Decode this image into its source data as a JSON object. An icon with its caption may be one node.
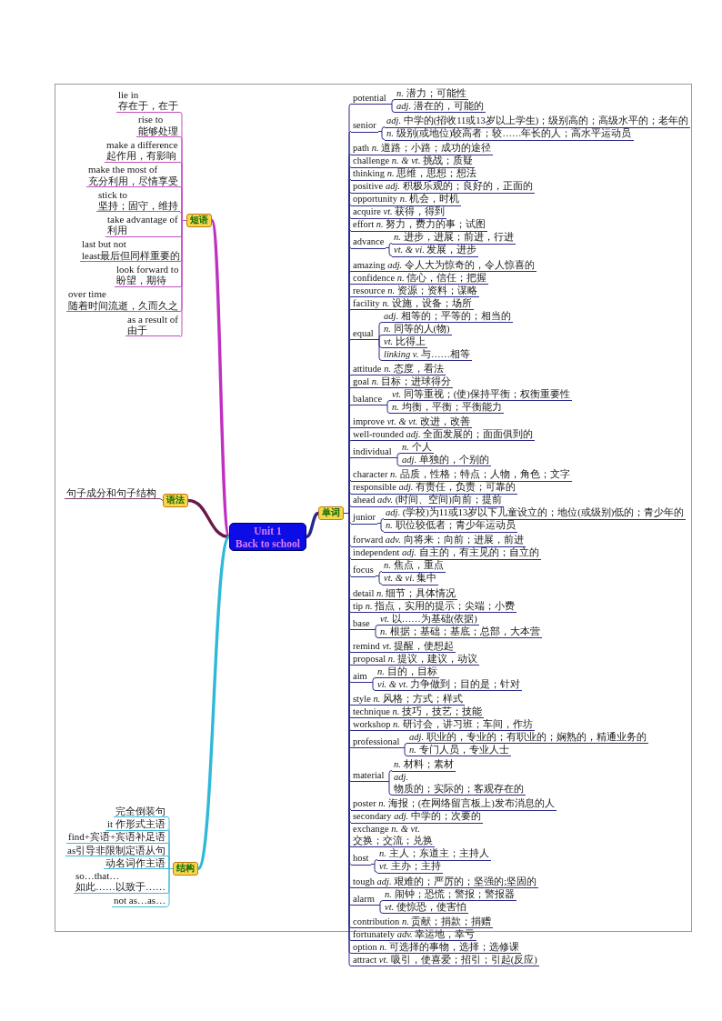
{
  "diagram": {
    "nodes": [
      {
        "text": [
          "Unit 1",
          "Back to school"
        ]
      },
      {
        "text": [
          "短语"
        ]
      },
      {
        "text": [
          "lie in 存在于，在于"
        ]
      },
      {
        "text": [
          "rise to 能够处理"
        ]
      },
      {
        "text": [
          "make a difference 起作用，有影响"
        ]
      },
      {
        "text": [
          "make the most of 充分利用，尽情享受"
        ]
      },
      {
        "text": [
          "stick to 坚持；固守，维持"
        ]
      },
      {
        "text": [
          "take advantage of 利用"
        ]
      },
      {
        "text": [
          "last but not least最后但同样重要的"
        ]
      },
      {
        "text": [
          "look forward to 盼望，期待"
        ]
      },
      {
        "text": [
          "over time 随着时间流逝，久而久之"
        ]
      },
      {
        "text": [
          "as a result of 由于"
        ]
      },
      {
        "text": [
          "语法"
        ]
      },
      {
        "text": [
          "句子成分和句子结构"
        ]
      },
      {
        "text": [
          "结构"
        ]
      },
      {
        "text": [
          "完全倒装句"
        ]
      },
      {
        "text": [
          "it 作形式主语"
        ]
      },
      {
        "text": [
          "find+宾语+宾语补足语"
        ]
      },
      {
        "text": [
          "as引导非限制定语从句"
        ]
      },
      {
        "text": [
          "动名词作主语"
        ]
      },
      {
        "text": [
          "so…that… 如此……以致于……"
        ]
      },
      {
        "text": [
          "not as…as…"
        ]
      },
      {
        "text": [
          "单词"
        ]
      },
      {
        "text": [
          "potential"
        ]
      },
      {
        "text": [
          "*n.* 潜力；可能性"
        ]
      },
      {
        "text": [
          "*adj.* 潜在的，可能的"
        ]
      },
      {
        "text": [
          "senior"
        ]
      },
      {
        "text": [
          "*adj.* 中学的(招收11或13岁以上学生)；级别高的；高级水平的；老年的"
        ]
      },
      {
        "text": [
          "*n.* 级别(或地位)较高者；较……年长的人；高水平运动员"
        ]
      },
      {
        "text": [
          "path *n.* 道路；小路；成功的途径"
        ]
      },
      {
        "text": [
          "challenge *n. & vt.* 挑战；质疑"
        ]
      },
      {
        "text": [
          "thinking *n.* 思维，思想；想法"
        ]
      },
      {
        "text": [
          "positive *adj.* 积极乐观的；良好的，正面的"
        ]
      },
      {
        "text": [
          "opportunity *n.* 机会，时机"
        ]
      },
      {
        "text": [
          "acquire *vt.* 获得，得到"
        ]
      },
      {
        "text": [
          "effort *n.* 努力，费力的事；试图"
        ]
      },
      {
        "text": [
          "advance"
        ]
      },
      {
        "text": [
          "*n.* 进步，进展；前进，行进"
        ]
      },
      {
        "text": [
          "*vt. & vi.* 发展，进步"
        ]
      },
      {
        "text": [
          "amazing *adj.* 令人大为惊奇的，令人惊喜的"
        ]
      },
      {
        "text": [
          "confidence *n.* 信心，信任；把握"
        ]
      },
      {
        "text": [
          "resource *n.* 资源；资料；谋略"
        ]
      },
      {
        "text": [
          "facility *n.* 设施，设备；场所"
        ]
      },
      {
        "text": [
          "equal"
        ]
      },
      {
        "text": [
          "*adj.* 相等的；平等的；相当的"
        ]
      },
      {
        "text": [
          "*n.* 同等的人(物)"
        ]
      },
      {
        "text": [
          "*vt.* 比得上"
        ]
      },
      {
        "text": [
          "*linking v.* 与……相等"
        ]
      },
      {
        "text": [
          "attitude *n.* 态度，看法"
        ]
      },
      {
        "text": [
          "goal *n.* 目标；进球得分"
        ]
      },
      {
        "text": [
          "balance"
        ]
      },
      {
        "text": [
          "*vt.* 同等重视；(使)保持平衡；权衡重要性"
        ]
      },
      {
        "text": [
          "*n.* 均衡，平衡；平衡能力"
        ]
      },
      {
        "text": [
          "improve *vt. & vt.* 改进，改善"
        ]
      },
      {
        "text": [
          "well-rounded *adj.* 全面发展的；面面俱到的"
        ]
      },
      {
        "text": [
          "individual"
        ]
      },
      {
        "text": [
          "*n.* 个人"
        ]
      },
      {
        "text": [
          "*adj.* 单独的，个别的"
        ]
      },
      {
        "text": [
          "character *n.* 品质，性格；特点；人物，角色；文字"
        ]
      },
      {
        "text": [
          "responsible *adj.* 有责任，负责；可靠的"
        ]
      },
      {
        "text": [
          "ahead *adv.* (时间、空间)向前；提前"
        ]
      },
      {
        "text": [
          "junior"
        ]
      },
      {
        "text": [
          "*adj.* (学校)为11或13岁以下儿童设立的；地位(或级别)低的；青少年的"
        ]
      },
      {
        "text": [
          "*n.* 职位较低者；青少年运动员"
        ]
      },
      {
        "text": [
          "forward *adv.* 向将来；向前；进展，前进"
        ]
      },
      {
        "text": [
          "independent *adj.* 自主的，有主见的；自立的"
        ]
      },
      {
        "text": [
          "focus"
        ]
      },
      {
        "text": [
          "*n.* 焦点，重点"
        ]
      },
      {
        "text": [
          "*vt. & vi.* 集中"
        ]
      },
      {
        "text": [
          "detail *n.* 细节；具体情况"
        ]
      },
      {
        "text": [
          "tip *n.* 指点，实用的提示；尖端；小费"
        ]
      },
      {
        "text": [
          "base"
        ]
      },
      {
        "text": [
          "*vt.* 以……为基础(依据)"
        ]
      },
      {
        "text": [
          "*n.* 根据；基础；基底；总部，大本营"
        ]
      },
      {
        "text": [
          "remind *vt.* 提醒，使想起"
        ]
      },
      {
        "text": [
          "proposal *n.* 提议，建议，动议"
        ]
      },
      {
        "text": [
          "aim"
        ]
      },
      {
        "text": [
          "*n.* 目的，目标"
        ]
      },
      {
        "text": [
          "*vi. & vt.* 力争做到；目的是；针对"
        ]
      },
      {
        "text": [
          "style *n.* 风格；方式；样式"
        ]
      },
      {
        "text": [
          "technique *n.* 技巧，技艺；技能"
        ]
      },
      {
        "text": [
          "workshop *n.* 研讨会，讲习班；车间，作坊"
        ]
      },
      {
        "text": [
          "professional"
        ]
      },
      {
        "text": [
          "*adj.* 职业的，专业的；有职业的；娴熟的，精通业务的"
        ]
      },
      {
        "text": [
          "*n.* 专门人员，专业人士"
        ]
      },
      {
        "text": [
          "material"
        ]
      },
      {
        "text": [
          "*n.* 材料；素材"
        ]
      },
      {
        "text": [
          "*adj.* 物质的；实际的；客观存在的"
        ]
      },
      {
        "text": [
          "poster *n.* 海报；(在网络留言板上)发布消息的人"
        ]
      },
      {
        "text": [
          "secondary *adj.* 中学的；次要的"
        ]
      },
      {
        "text": [
          "exchange *n. & vt.* 交换；交流；兑换"
        ]
      },
      {
        "text": [
          "host"
        ]
      },
      {
        "text": [
          "*n.* 主人；东道主；主持人"
        ]
      },
      {
        "text": [
          "*vt.* 主办；主持"
        ]
      },
      {
        "text": [
          "tough *adj.* 艰难的；严厉的；坚强的;坚固的"
        ]
      },
      {
        "text": [
          "alarm"
        ]
      },
      {
        "text": [
          "*n.* 闹钟；恐慌；警报；警报器"
        ]
      },
      {
        "text": [
          "*vt.* 使惊恐，使害怕"
        ]
      },
      {
        "text": [
          "contribution *n.* 贡献；捐款；捐赠"
        ]
      },
      {
        "text": [
          "fortunately *adv.* 幸运地，幸亏"
        ]
      },
      {
        "text": [
          "option *n.* 可选择的事物，选择；选修课"
        ]
      },
      {
        "text": [
          "attract *vt.* 吸引，使喜爱；招引；引起(反应)"
        ]
      }
    ],
    "edges": [
      {
        "from": 0,
        "to": 1,
        "arrow": "none",
        "style": "thick",
        "color": "#c030c0"
      },
      {
        "from": 0,
        "to": 12,
        "arrow": "none",
        "style": "thick",
        "color": "#6a1a4a"
      },
      {
        "from": 0,
        "to": 14,
        "arrow": "none",
        "style": "thick",
        "color": "#30b8d8"
      },
      {
        "from": 0,
        "to": 22,
        "arrow": "none",
        "style": "thick"
      },
      {
        "from": 1,
        "to": 2,
        "arrow": "none",
        "color": "#c050c0"
      },
      {
        "from": 1,
        "to": 3,
        "arrow": "none",
        "color": "#c050c0"
      },
      {
        "from": 1,
        "to": 4,
        "arrow": "none",
        "color": "#c050c0"
      },
      {
        "from": 1,
        "to": 5,
        "arrow": "none",
        "color": "#c050c0"
      },
      {
        "from": 1,
        "to": 6,
        "arrow": "none",
        "color": "#c050c0"
      },
      {
        "from": 1,
        "to": 7,
        "arrow": "none",
        "color": "#c050c0"
      },
      {
        "from": 1,
        "to": 8,
        "arrow": "none",
        "color": "#c050c0"
      },
      {
        "from": 1,
        "to": 9,
        "arrow": "none",
        "color": "#c050c0"
      },
      {
        "from": 1,
        "to": 10,
        "arrow": "none",
        "color": "#c050c0"
      },
      {
        "from": 1,
        "to": 11,
        "arrow": "none",
        "color": "#c050c0"
      },
      {
        "from": 12,
        "to": 13,
        "arrow": "none",
        "color": "#7a3a6a"
      },
      {
        "from": 14,
        "to": 15,
        "arrow": "none",
        "color": "#40b8d8"
      },
      {
        "from": 14,
        "to": 16,
        "arrow": "none",
        "color": "#40b8d8"
      },
      {
        "from": 14,
        "to": 17,
        "arrow": "none",
        "color": "#40b8d8"
      },
      {
        "from": 14,
        "to": 18,
        "arrow": "none",
        "color": "#40b8d8"
      },
      {
        "from": 14,
        "to": 19,
        "arrow": "none",
        "color": "#40b8d8"
      },
      {
        "from": 14,
        "to": 20,
        "arrow": "none",
        "color": "#40b8d8"
      },
      {
        "from": 14,
        "to": 21,
        "arrow": "none",
        "color": "#40b8d8"
      },
      {
        "from": 22,
        "to": 23,
        "arrow": "none"
      },
      {
        "from": 22,
        "to": 26,
        "arrow": "none"
      },
      {
        "from": 22,
        "to": 29,
        "arrow": "none"
      },
      {
        "from": 22,
        "to": 30,
        "arrow": "none"
      },
      {
        "from": 22,
        "to": 31,
        "arrow": "none"
      },
      {
        "from": 22,
        "to": 32,
        "arrow": "none"
      },
      {
        "from": 22,
        "to": 33,
        "arrow": "none"
      },
      {
        "from": 22,
        "to": 34,
        "arrow": "none"
      },
      {
        "from": 22,
        "to": 35,
        "arrow": "none"
      },
      {
        "from": 22,
        "to": 36,
        "arrow": "none"
      },
      {
        "from": 22,
        "to": 39,
        "arrow": "none"
      },
      {
        "from": 22,
        "to": 40,
        "arrow": "none"
      },
      {
        "from": 22,
        "to": 41,
        "arrow": "none"
      },
      {
        "from": 22,
        "to": 42,
        "arrow": "none"
      },
      {
        "from": 22,
        "to": 43,
        "arrow": "none"
      },
      {
        "from": 22,
        "to": 48,
        "arrow": "none"
      },
      {
        "from": 22,
        "to": 49,
        "arrow": "none"
      },
      {
        "from": 22,
        "to": 50,
        "arrow": "none"
      },
      {
        "from": 22,
        "to": 53,
        "arrow": "none"
      },
      {
        "from": 22,
        "to": 54,
        "arrow": "none"
      },
      {
        "from": 22,
        "to": 55,
        "arrow": "none"
      },
      {
        "from": 22,
        "to": 58,
        "arrow": "none"
      },
      {
        "from": 22,
        "to": 59,
        "arrow": "none"
      },
      {
        "from": 22,
        "to": 60,
        "arrow": "none"
      },
      {
        "from": 22,
        "to": 61,
        "arrow": "none"
      },
      {
        "from": 22,
        "to": 64,
        "arrow": "none"
      },
      {
        "from": 22,
        "to": 65,
        "arrow": "none"
      },
      {
        "from": 22,
        "to": 66,
        "arrow": "none"
      },
      {
        "from": 22,
        "to": 69,
        "arrow": "none"
      },
      {
        "from": 22,
        "to": 70,
        "arrow": "none"
      },
      {
        "from": 22,
        "to": 71,
        "arrow": "none"
      },
      {
        "from": 22,
        "to": 74,
        "arrow": "none"
      },
      {
        "from": 22,
        "to": 75,
        "arrow": "none"
      },
      {
        "from": 22,
        "to": 76,
        "arrow": "none"
      },
      {
        "from": 22,
        "to": 79,
        "arrow": "none"
      },
      {
        "from": 22,
        "to": 80,
        "arrow": "none"
      },
      {
        "from": 22,
        "to": 81,
        "arrow": "none"
      },
      {
        "from": 22,
        "to": 82,
        "arrow": "none"
      },
      {
        "from": 22,
        "to": 85,
        "arrow": "none"
      },
      {
        "from": 22,
        "to": 88,
        "arrow": "none"
      },
      {
        "from": 22,
        "to": 89,
        "arrow": "none"
      },
      {
        "from": 22,
        "to": 90,
        "arrow": "none"
      },
      {
        "from": 22,
        "to": 91,
        "arrow": "none"
      },
      {
        "from": 22,
        "to": 94,
        "arrow": "none"
      },
      {
        "from": 22,
        "to": 95,
        "arrow": "none"
      },
      {
        "from": 22,
        "to": 98,
        "arrow": "none"
      },
      {
        "from": 22,
        "to": 99,
        "arrow": "none"
      },
      {
        "from": 22,
        "to": 100,
        "arrow": "none"
      },
      {
        "from": 22,
        "to": 101,
        "arrow": "none"
      },
      {
        "from": 23,
        "to": 24,
        "arrow": "none"
      },
      {
        "from": 23,
        "to": 25,
        "arrow": "none"
      },
      {
        "from": 26,
        "to": 27,
        "arrow": "none"
      },
      {
        "from": 26,
        "to": 28,
        "arrow": "none"
      },
      {
        "from": 36,
        "to": 37,
        "arrow": "none"
      },
      {
        "from": 36,
        "to": 38,
        "arrow": "none"
      },
      {
        "from": 43,
        "to": 44,
        "arrow": "none"
      },
      {
        "from": 43,
        "to": 45,
        "arrow": "none"
      },
      {
        "from": 43,
        "to": 46,
        "arrow": "none"
      },
      {
        "from": 43,
        "to": 47,
        "arrow": "none"
      },
      {
        "from": 50,
        "to": 51,
        "arrow": "none"
      },
      {
        "from": 50,
        "to": 52,
        "arrow": "none"
      },
      {
        "from": 55,
        "to": 56,
        "arrow": "none"
      },
      {
        "from": 55,
        "to": 57,
        "arrow": "none"
      },
      {
        "from": 61,
        "to": 62,
        "arrow": "none"
      },
      {
        "from": 61,
        "to": 63,
        "arrow": "none"
      },
      {
        "from": 66,
        "to": 67,
        "arrow": "none"
      },
      {
        "from": 66,
        "to": 68,
        "arrow": "none"
      },
      {
        "from": 71,
        "to": 72,
        "arrow": "none"
      },
      {
        "from": 71,
        "to": 73,
        "arrow": "none"
      },
      {
        "from": 76,
        "to": 77,
        "arrow": "none"
      },
      {
        "from": 76,
        "to": 78,
        "arrow": "none"
      },
      {
        "from": 82,
        "to": 83,
        "arrow": "none"
      },
      {
        "from": 82,
        "to": 84,
        "arrow": "none"
      },
      {
        "from": 85,
        "to": 86,
        "arrow": "none"
      },
      {
        "from": 85,
        "to": 87,
        "arrow": "none"
      },
      {
        "from": 91,
        "to": 92,
        "arrow": "none"
      },
      {
        "from": 91,
        "to": 93,
        "arrow": "none"
      },
      {
        "from": 95,
        "to": 96,
        "arrow": "none"
      },
      {
        "from": 95,
        "to": 97,
        "arrow": "none"
      }
    ]
  }
}
